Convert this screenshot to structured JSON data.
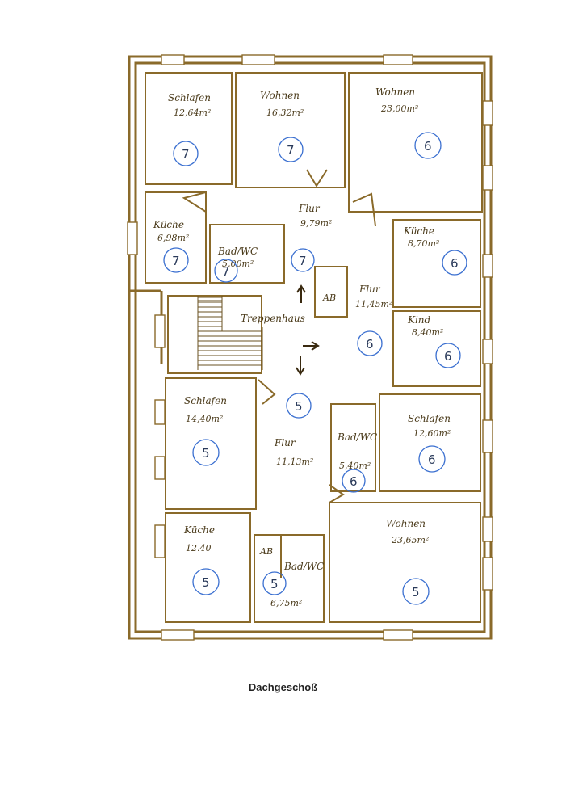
{
  "caption": "Dachgeschoß",
  "rooms": [
    {
      "name": "Schlafen",
      "area": "12,64m²",
      "unit": "7"
    },
    {
      "name": "Wohnen",
      "area": "16,32m²",
      "unit": "7"
    },
    {
      "name": "Wohnen",
      "area": "23,00m²",
      "unit": "6"
    },
    {
      "name": "Küche",
      "area": "6,98m²",
      "unit": "7"
    },
    {
      "name": "Bad/WC",
      "area": "5,00m²",
      "unit": "7"
    },
    {
      "name": "Flur",
      "area": "9,79m²",
      "unit": "7"
    },
    {
      "name": "Küche",
      "area": "8,70m²",
      "unit": "6"
    },
    {
      "name": "Flur",
      "area": "11,45m²",
      "unit": "6"
    },
    {
      "name": "Kind",
      "area": "8,40m²",
      "unit": "6"
    },
    {
      "name": "Schlafen",
      "area": "14,40m²",
      "unit": "5"
    },
    {
      "name": "Flur",
      "area": "11,13m²",
      "unit": "5"
    },
    {
      "name": "Bad/WC",
      "area": "5,40m²",
      "unit": "6"
    },
    {
      "name": "Schlafen",
      "area": "12,60m²",
      "unit": "6"
    },
    {
      "name": "Küche",
      "area": "12.40",
      "unit": "5"
    },
    {
      "name": "Bad/WC",
      "area": "6,75m²",
      "unit": "5"
    },
    {
      "name": "Wohnen",
      "area": "23,65m²",
      "unit": "5"
    }
  ],
  "stairwell": "Treppenhaus",
  "abstellraum": [
    "AB",
    "AB"
  ]
}
